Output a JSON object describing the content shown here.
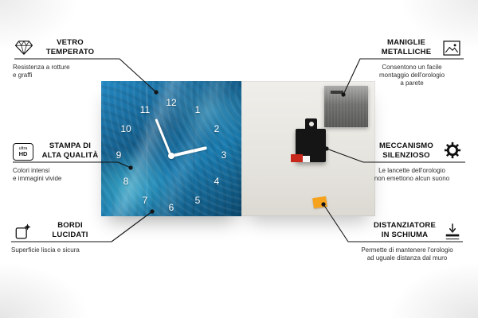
{
  "callouts": {
    "vetro_temperato": {
      "title": "VETRO\nTEMPERATO",
      "subtitle": "Resistenza a rotture\ne graffi"
    },
    "stampa_alta_qualita": {
      "title": "STAMPA DI\nALTA QUALITÀ",
      "subtitle": "Colori intensi\ne immagini vivide"
    },
    "bordi_lucidati": {
      "title": "BORDI\nLUCIDATI",
      "subtitle": "Superficie liscia e sicura"
    },
    "maniglie_metalliche": {
      "title": "MANIGLIE\nMETALLICHE",
      "subtitle": "Consentono un facile\nmontaggio dell'orologio\na parete"
    },
    "meccanismo_silenzioso": {
      "title": "MECCANISMO\nSILENZIOSO",
      "subtitle": "Le lancette dell'orologio\nnon emettono alcun suono"
    },
    "distanziatore_schiuma": {
      "title": "DISTANZIATORE\nIN SCHIUMA",
      "subtitle": "Permette di mantenere l'orologio\nad uguale distanza dal muro"
    }
  },
  "icons": {
    "ultra_hd_label_top": "ultra",
    "ultra_hd_label_bottom": "HD"
  },
  "clock": {
    "numbers": [
      "12",
      "1",
      "2",
      "3",
      "4",
      "5",
      "6",
      "7",
      "8",
      "9",
      "10",
      "11"
    ]
  },
  "colors": {
    "clock_face_blue": "#1b74ab",
    "foam_spacer_orange": "#f7a21c",
    "back_panel_gray": "#e9e7e2",
    "connector_line": "#141414"
  }
}
